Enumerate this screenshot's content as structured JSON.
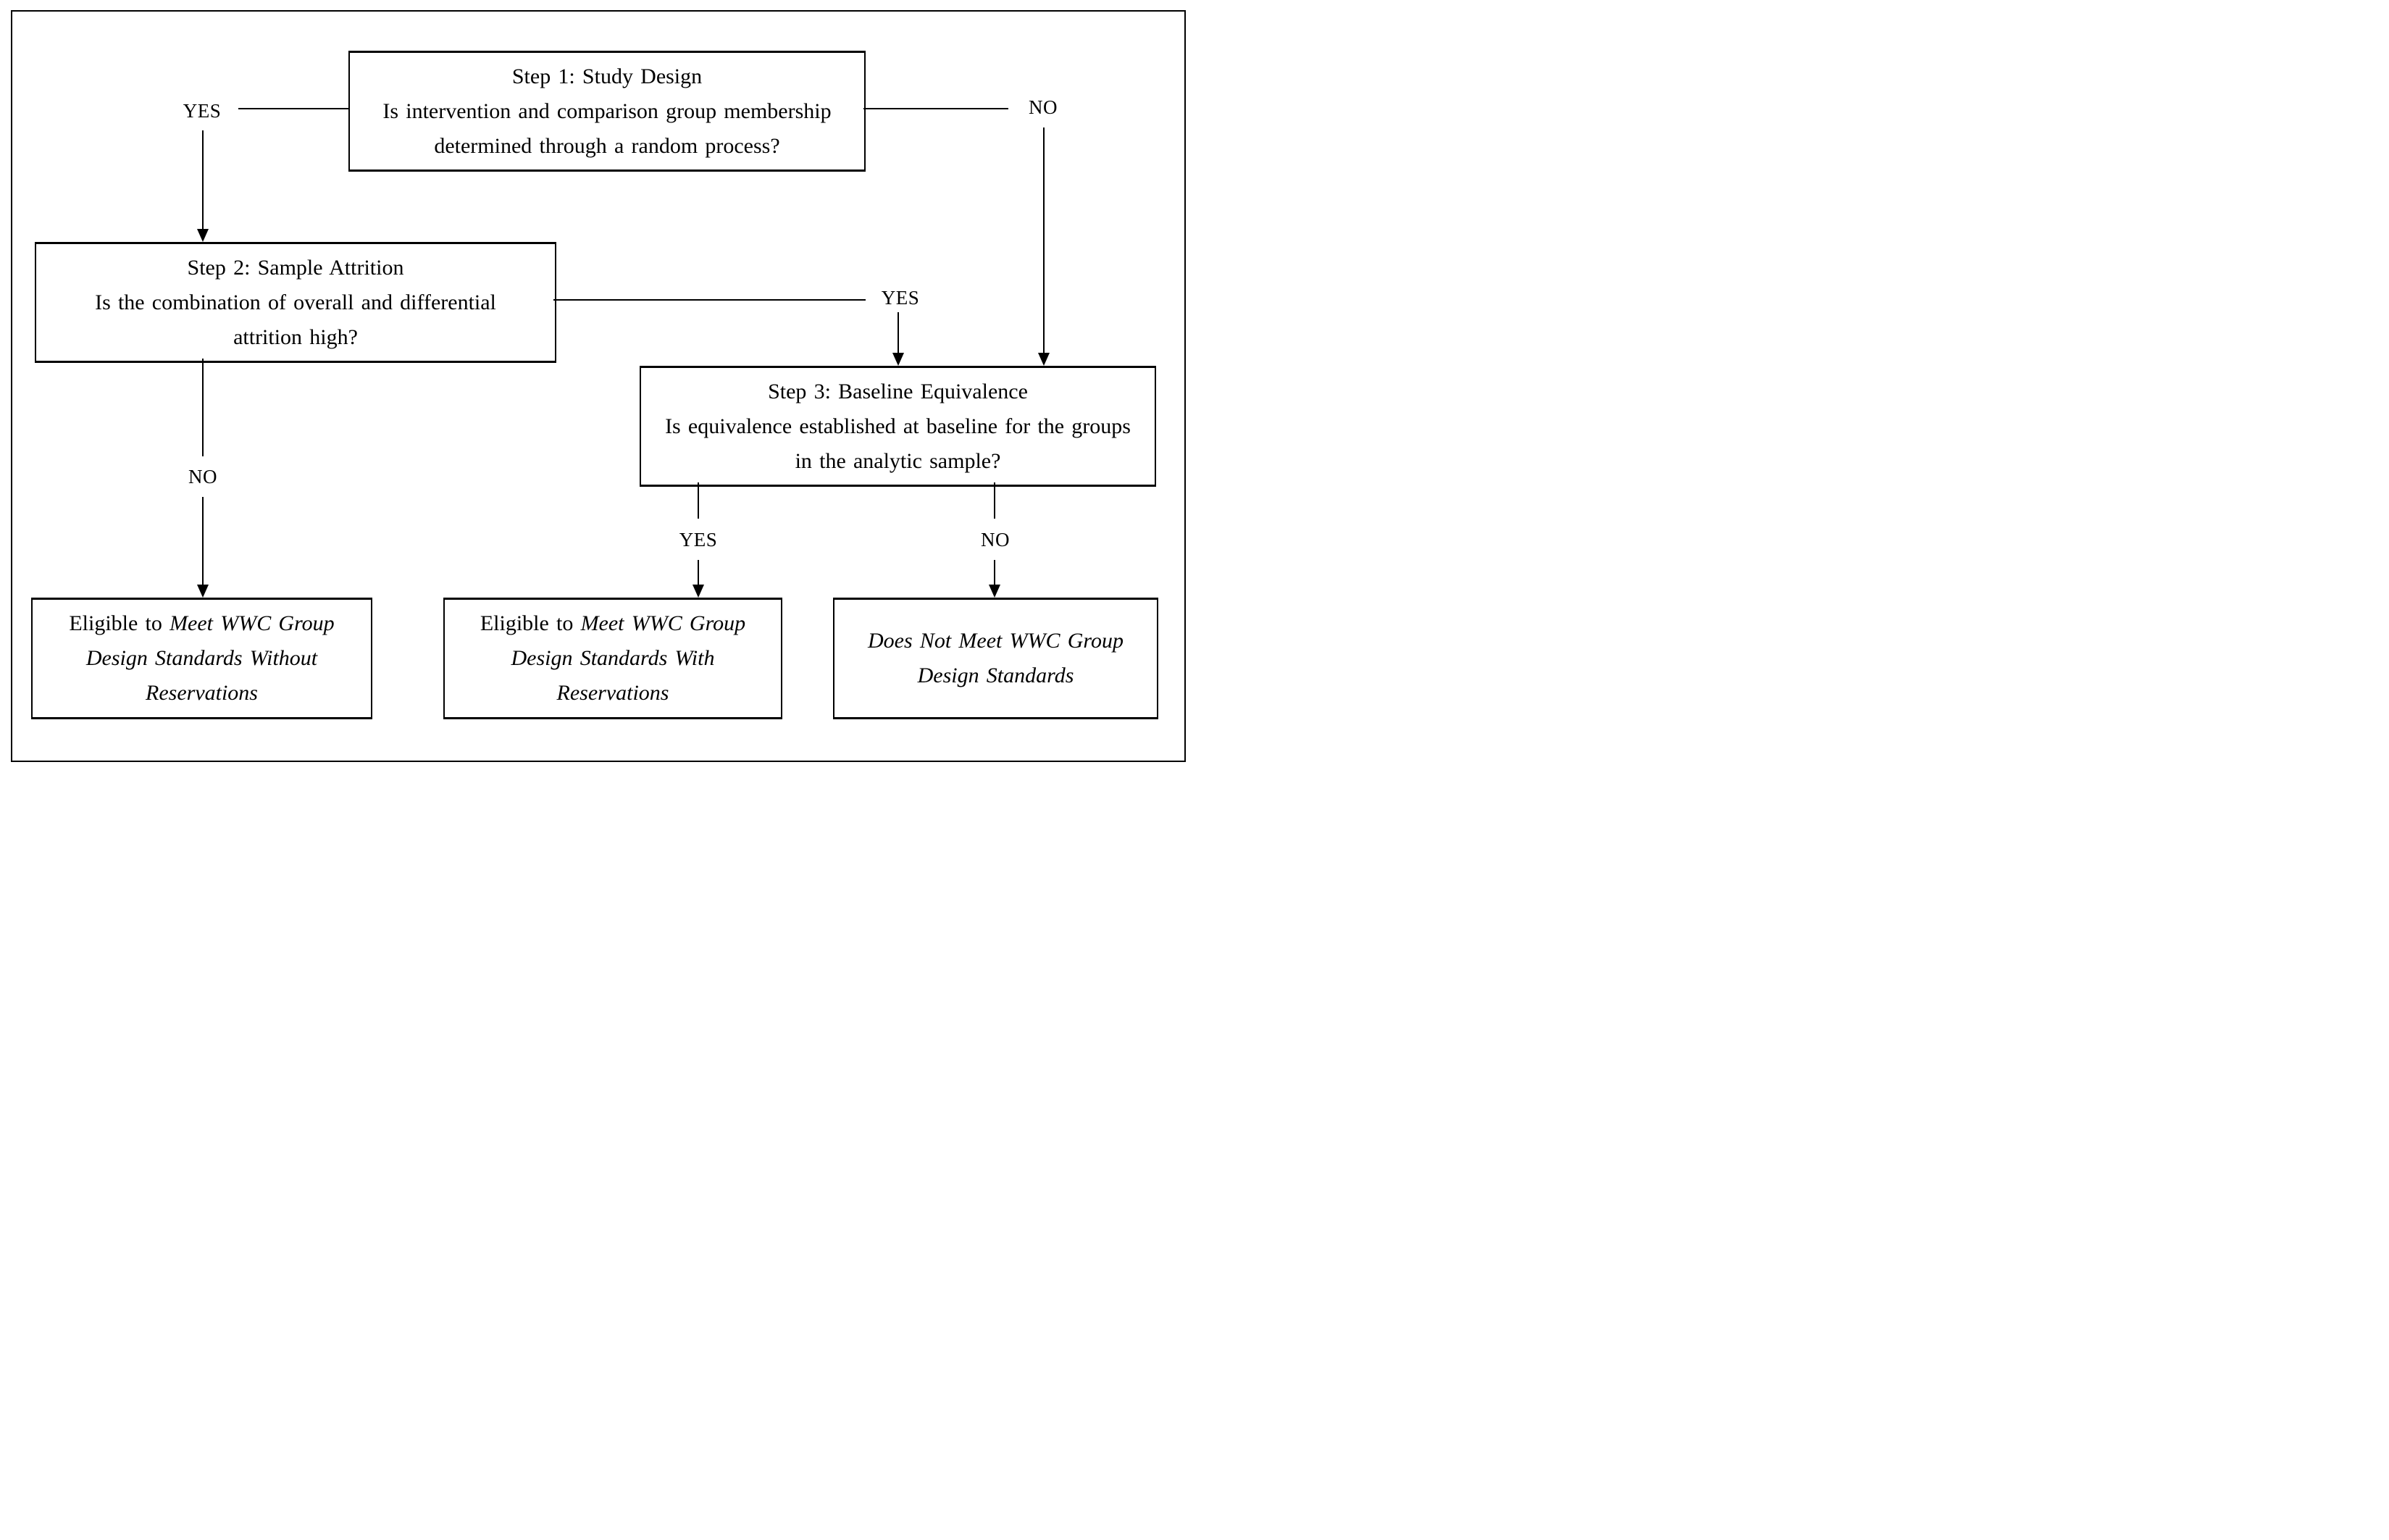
{
  "diagram": {
    "description": "WWC group design standards review flowchart",
    "colors": {
      "line": "#000000",
      "background": "#ffffff",
      "text": "#000000"
    },
    "nodes": {
      "step1": {
        "title": "Step 1: Study Design",
        "q1": "Is intervention and comparison group membership",
        "q2": "determined through a random process?"
      },
      "step2": {
        "title": "Step 2: Sample Attrition",
        "q1": "Is the combination of overall and differential",
        "q2": "attrition high?"
      },
      "step3": {
        "title": "Step 3: Baseline Equivalence",
        "q1": "Is equivalence established at baseline for the groups",
        "q2": "in the analytic sample?"
      },
      "outcome_without": {
        "line1_roman": "Eligible to ",
        "line1_italic": "Meet WWC Group",
        "line2": "Design Standards Without",
        "line3": "Reservations"
      },
      "outcome_with": {
        "line1_roman": "Eligible to ",
        "line1_italic": "Meet WWC Group",
        "line2": "Design Standards With",
        "line3": "Reservations"
      },
      "outcome_not": {
        "line1": "Does Not Meet WWC Group",
        "line2": "Design Standards"
      }
    },
    "labels": {
      "step1_yes": "YES",
      "step1_no": "NO",
      "step2_yes": "YES",
      "step2_no": "NO",
      "step3_yes": "YES",
      "step3_no": "NO"
    }
  }
}
